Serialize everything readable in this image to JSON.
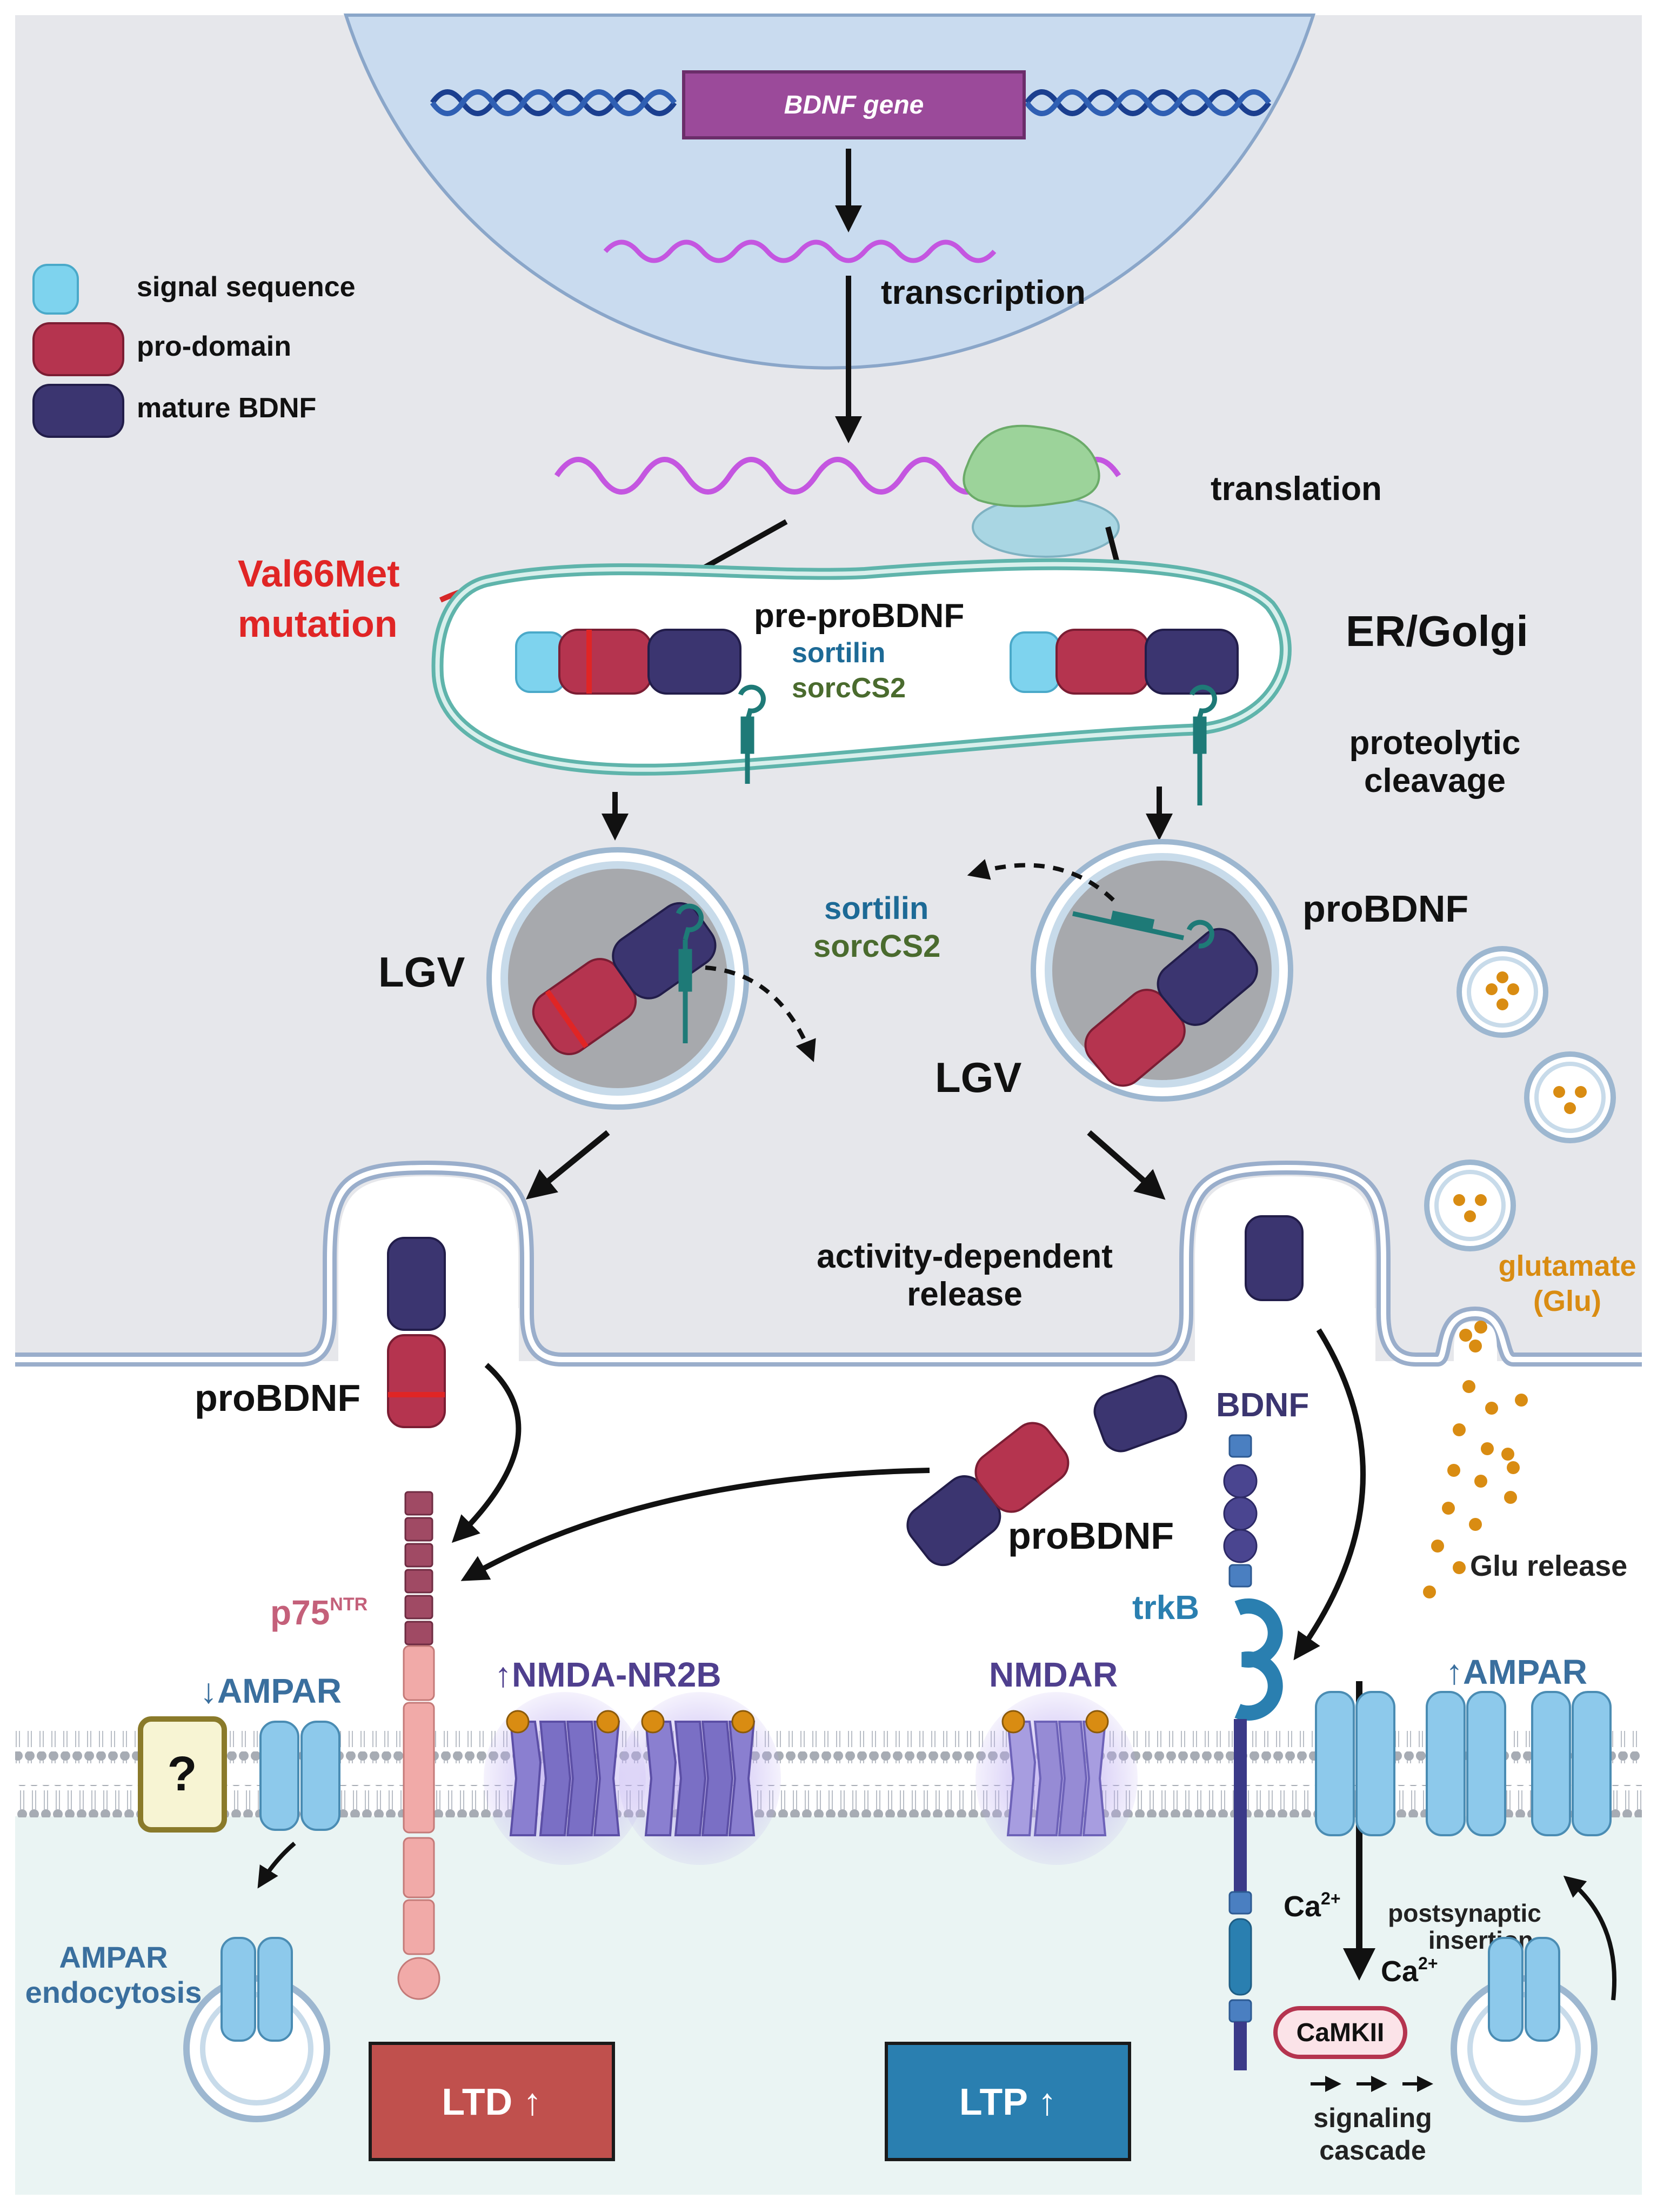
{
  "gene": "BDNF gene",
  "legend": {
    "signal": "signal sequence",
    "prodomain": "pro-domain",
    "mature": "mature BDNF"
  },
  "labels": {
    "transcription": "transcription",
    "translation": "translation",
    "val66met_line1": "Val66Met",
    "val66met_line2": "mutation",
    "pre_probdnf": "pre-proBDNF",
    "sortilin": "sortilin",
    "sorcs2": "sorcCS2",
    "er_golgi": "ER/Golgi",
    "proteolytic_line1": "proteolytic",
    "proteolytic_line2": "cleavage",
    "lgv": "LGV",
    "probdnf": "proBDNF",
    "activity_line1": "activity-dependent",
    "activity_line2": "release",
    "glutamate_line1": "glutamate",
    "glutamate_line2": "(Glu)",
    "bdnf": "BDNF",
    "glu_release": "Glu release",
    "p75": "p75",
    "p75_sup": "NTR",
    "trkb": "trkB",
    "ampar_down": "↓AMPAR",
    "nmda_nr2b": "↑NMDA-NR2B",
    "nmdar": "NMDAR",
    "ampar_up": "↑AMPAR",
    "question": "?",
    "ampar_endocytosis_line1": "AMPAR",
    "ampar_endocytosis_line2": "endocytosis",
    "ca": "Ca",
    "ca_sup": "2+",
    "postsynaptic_line1": "postsynaptic",
    "postsynaptic_line2": "insertion",
    "camkii": "CaMKII",
    "signaling_line1": "signaling",
    "signaling_line2": "cascade",
    "ltd": "LTD ↑",
    "ltp": "LTP ↑"
  },
  "colors": {
    "signal": "#7ed3ee",
    "prodomain": "#b5344f",
    "mature": "#3b3570",
    "mutation": "#e02525",
    "sortilin_text": "#1d6a96",
    "sorcs2_text": "#4a6b2e",
    "glutamate": "#d98c12",
    "ltd_box": "#c0504d",
    "ltp_box": "#2a7fb0",
    "p75_text": "#c4607a",
    "ampar_text": "#3a6f9e",
    "nmda_text": "#4f3f8e"
  }
}
